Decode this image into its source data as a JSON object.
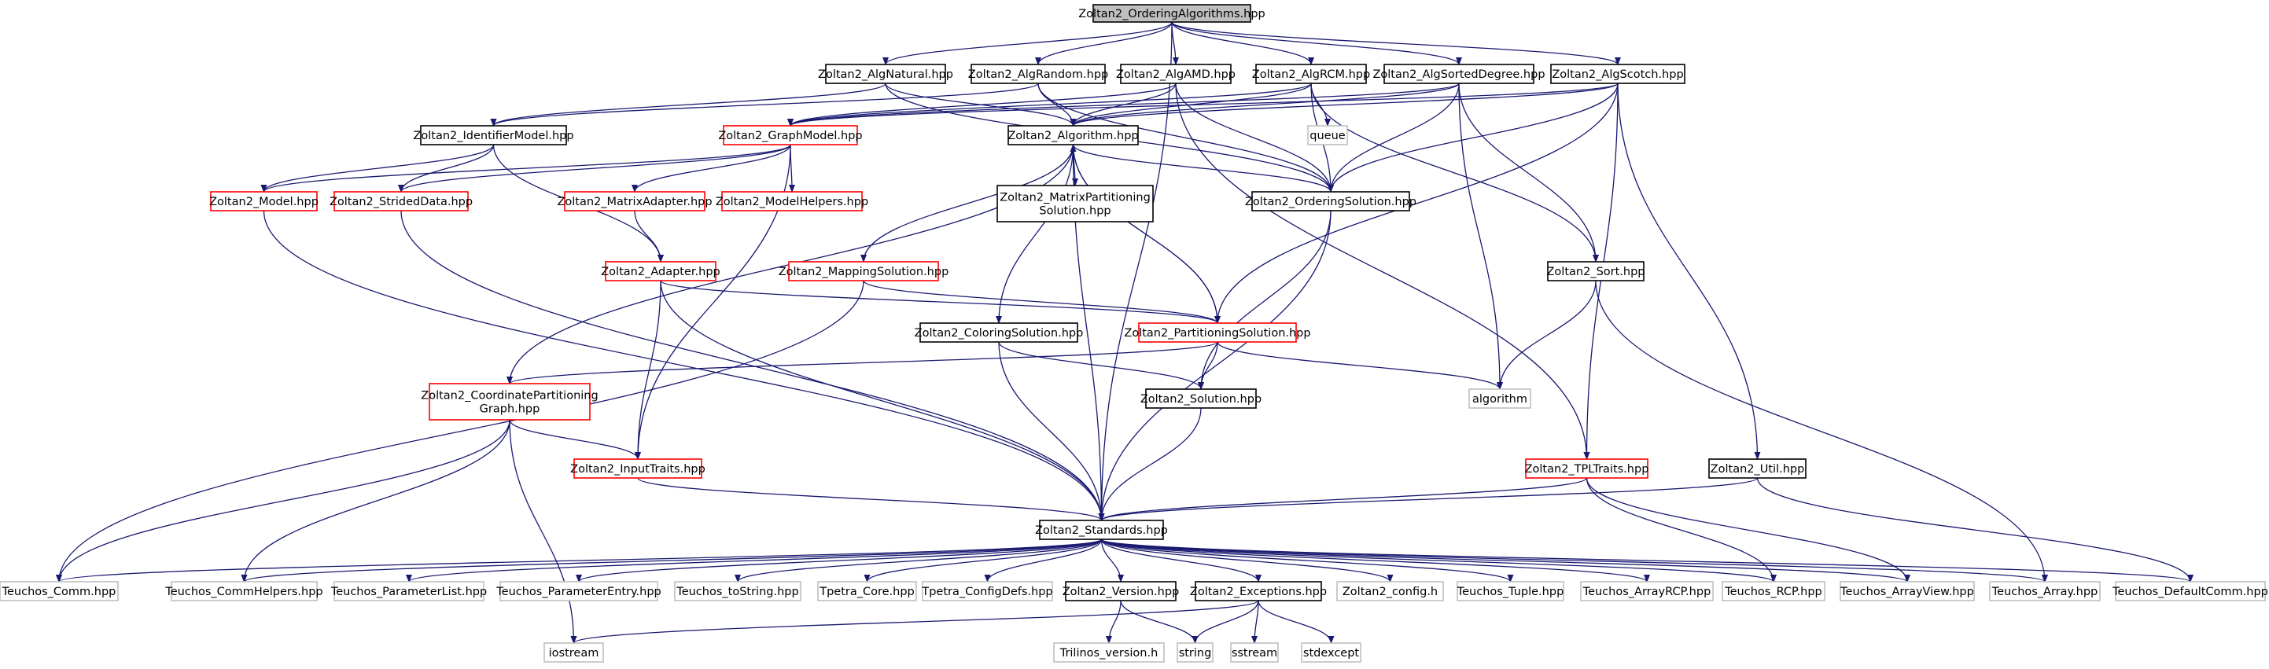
{
  "diagram": {
    "colors": {
      "edge": "#191970",
      "root_fill": "#bfbfbf",
      "black": "#000000",
      "red": "#ff0000",
      "gray": "#bfbfbf"
    },
    "nodes": [
      {
        "id": "root",
        "lines": [
          "Zoltan2_OrderingAlgorithms.hpp"
        ],
        "style": "root"
      },
      {
        "id": "algnatural",
        "lines": [
          "Zoltan2_AlgNatural.hpp"
        ],
        "style": "black"
      },
      {
        "id": "algrandom",
        "lines": [
          "Zoltan2_AlgRandom.hpp"
        ],
        "style": "black"
      },
      {
        "id": "algamd",
        "lines": [
          "Zoltan2_AlgAMD.hpp"
        ],
        "style": "black"
      },
      {
        "id": "algrcm",
        "lines": [
          "Zoltan2_AlgRCM.hpp"
        ],
        "style": "black"
      },
      {
        "id": "algsorteddegree",
        "lines": [
          "Zoltan2_AlgSortedDegree.hpp"
        ],
        "style": "black"
      },
      {
        "id": "algscotch",
        "lines": [
          "Zoltan2_AlgScotch.hpp"
        ],
        "style": "black"
      },
      {
        "id": "identifiermodel",
        "lines": [
          "Zoltan2_IdentifierModel.hpp"
        ],
        "style": "black"
      },
      {
        "id": "graphmodel",
        "lines": [
          "Zoltan2_GraphModel.hpp"
        ],
        "style": "red"
      },
      {
        "id": "algorithm",
        "lines": [
          "Zoltan2_Algorithm.hpp"
        ],
        "style": "black"
      },
      {
        "id": "queue",
        "lines": [
          "queue"
        ],
        "style": "gray"
      },
      {
        "id": "model",
        "lines": [
          "Zoltan2_Model.hpp"
        ],
        "style": "red"
      },
      {
        "id": "strideddata",
        "lines": [
          "Zoltan2_StridedData.hpp"
        ],
        "style": "red"
      },
      {
        "id": "matrixadapter",
        "lines": [
          "Zoltan2_MatrixAdapter.hpp"
        ],
        "style": "red"
      },
      {
        "id": "modelhelpers",
        "lines": [
          "Zoltan2_ModelHelpers.hpp"
        ],
        "style": "red"
      },
      {
        "id": "matrixpartsol",
        "lines": [
          "Zoltan2_MatrixPartitioning",
          "Solution.hpp"
        ],
        "style": "black"
      },
      {
        "id": "orderingsolution",
        "lines": [
          "Zoltan2_OrderingSolution.hpp"
        ],
        "style": "black"
      },
      {
        "id": "adapter",
        "lines": [
          "Zoltan2_Adapter.hpp"
        ],
        "style": "red"
      },
      {
        "id": "mappingsolution",
        "lines": [
          "Zoltan2_MappingSolution.hpp"
        ],
        "style": "red"
      },
      {
        "id": "sort",
        "lines": [
          "Zoltan2_Sort.hpp"
        ],
        "style": "black"
      },
      {
        "id": "coloringsolution",
        "lines": [
          "Zoltan2_ColoringSolution.hpp"
        ],
        "style": "black"
      },
      {
        "id": "partitioningsolution",
        "lines": [
          "Zoltan2_PartitioningSolution.hpp"
        ],
        "style": "red"
      },
      {
        "id": "coordpartgraph",
        "lines": [
          "Zoltan2_CoordinatePartitioning",
          "Graph.hpp"
        ],
        "style": "red"
      },
      {
        "id": "solution",
        "lines": [
          "Zoltan2_Solution.hpp"
        ],
        "style": "black"
      },
      {
        "id": "algorithmhdr",
        "lines": [
          "algorithm"
        ],
        "style": "gray"
      },
      {
        "id": "inputtraits",
        "lines": [
          "Zoltan2_InputTraits.hpp"
        ],
        "style": "red"
      },
      {
        "id": "tpltraits",
        "lines": [
          "Zoltan2_TPLTraits.hpp"
        ],
        "style": "red"
      },
      {
        "id": "util",
        "lines": [
          "Zoltan2_Util.hpp"
        ],
        "style": "black"
      },
      {
        "id": "standards",
        "lines": [
          "Zoltan2_Standards.hpp"
        ],
        "style": "black"
      },
      {
        "id": "teuchos_comm",
        "lines": [
          "Teuchos_Comm.hpp"
        ],
        "style": "gray"
      },
      {
        "id": "teuchos_commhelpers",
        "lines": [
          "Teuchos_CommHelpers.hpp"
        ],
        "style": "gray"
      },
      {
        "id": "teuchos_paramlist",
        "lines": [
          "Teuchos_ParameterList.hpp"
        ],
        "style": "gray"
      },
      {
        "id": "teuchos_paramentry",
        "lines": [
          "Teuchos_ParameterEntry.hpp"
        ],
        "style": "gray"
      },
      {
        "id": "teuchos_tostring",
        "lines": [
          "Teuchos_toString.hpp"
        ],
        "style": "gray"
      },
      {
        "id": "tpetra_core",
        "lines": [
          "Tpetra_Core.hpp"
        ],
        "style": "gray"
      },
      {
        "id": "tpetra_configdefs",
        "lines": [
          "Tpetra_ConfigDefs.hpp"
        ],
        "style": "gray"
      },
      {
        "id": "version",
        "lines": [
          "Zoltan2_Version.hpp"
        ],
        "style": "black"
      },
      {
        "id": "exceptions",
        "lines": [
          "Zoltan2_Exceptions.hpp"
        ],
        "style": "black"
      },
      {
        "id": "config",
        "lines": [
          "Zoltan2_config.h"
        ],
        "style": "gray"
      },
      {
        "id": "teuchos_tuple",
        "lines": [
          "Teuchos_Tuple.hpp"
        ],
        "style": "gray"
      },
      {
        "id": "teuchos_arrayrcp",
        "lines": [
          "Teuchos_ArrayRCP.hpp"
        ],
        "style": "gray"
      },
      {
        "id": "teuchos_rcp",
        "lines": [
          "Teuchos_RCP.hpp"
        ],
        "style": "gray"
      },
      {
        "id": "teuchos_arrayview",
        "lines": [
          "Teuchos_ArrayView.hpp"
        ],
        "style": "gray"
      },
      {
        "id": "teuchos_array",
        "lines": [
          "Teuchos_Array.hpp"
        ],
        "style": "gray"
      },
      {
        "id": "teuchos_defaultcomm",
        "lines": [
          "Teuchos_DefaultComm.hpp"
        ],
        "style": "gray"
      },
      {
        "id": "iostream",
        "lines": [
          "iostream"
        ],
        "style": "gray"
      },
      {
        "id": "trilinos_version",
        "lines": [
          "Trilinos_version.h"
        ],
        "style": "gray"
      },
      {
        "id": "string",
        "lines": [
          "string"
        ],
        "style": "gray"
      },
      {
        "id": "sstream",
        "lines": [
          "sstream"
        ],
        "style": "gray"
      },
      {
        "id": "stdexcept",
        "lines": [
          "stdexcept"
        ],
        "style": "gray"
      }
    ],
    "edges": [
      [
        "root",
        "algnatural"
      ],
      [
        "root",
        "algrandom"
      ],
      [
        "root",
        "algamd"
      ],
      [
        "root",
        "algrcm"
      ],
      [
        "root",
        "algsorteddegree"
      ],
      [
        "root",
        "algscotch"
      ],
      [
        "root",
        "standards"
      ],
      [
        "algnatural",
        "identifiermodel"
      ],
      [
        "algnatural",
        "algorithm"
      ],
      [
        "algnatural",
        "orderingsolution"
      ],
      [
        "algrandom",
        "identifiermodel"
      ],
      [
        "algrandom",
        "algorithm"
      ],
      [
        "algrandom",
        "orderingsolution"
      ],
      [
        "algamd",
        "graphmodel"
      ],
      [
        "algamd",
        "algorithm"
      ],
      [
        "algamd",
        "orderingsolution"
      ],
      [
        "algamd",
        "tpltraits"
      ],
      [
        "algrcm",
        "graphmodel"
      ],
      [
        "algrcm",
        "algorithm"
      ],
      [
        "algrcm",
        "queue"
      ],
      [
        "algrcm",
        "orderingsolution"
      ],
      [
        "algrcm",
        "sort"
      ],
      [
        "algsorteddegree",
        "graphmodel"
      ],
      [
        "algsorteddegree",
        "algorithm"
      ],
      [
        "algsorteddegree",
        "orderingsolution"
      ],
      [
        "algsorteddegree",
        "sort"
      ],
      [
        "algsorteddegree",
        "algorithmhdr"
      ],
      [
        "algscotch",
        "graphmodel"
      ],
      [
        "algscotch",
        "algorithm"
      ],
      [
        "algscotch",
        "orderingsolution"
      ],
      [
        "algscotch",
        "partitioningsolution"
      ],
      [
        "algscotch",
        "tpltraits"
      ],
      [
        "algscotch",
        "util"
      ],
      [
        "identifiermodel",
        "model"
      ],
      [
        "identifiermodel",
        "strideddata"
      ],
      [
        "identifiermodel",
        "adapter"
      ],
      [
        "graphmodel",
        "model"
      ],
      [
        "graphmodel",
        "strideddata"
      ],
      [
        "graphmodel",
        "matrixadapter"
      ],
      [
        "graphmodel",
        "modelhelpers"
      ],
      [
        "graphmodel",
        "inputtraits"
      ],
      [
        "algorithm",
        "matrixpartsol"
      ],
      [
        "algorithm",
        "orderingsolution"
      ],
      [
        "algorithm",
        "mappingsolution"
      ],
      [
        "algorithm",
        "coloringsolution"
      ],
      [
        "algorithm",
        "partitioningsolution"
      ],
      [
        "algorithm",
        "coordpartgraph"
      ],
      [
        "algorithm",
        "standards"
      ],
      [
        "partitioningsolution",
        "algorithm"
      ],
      [
        "model",
        "standards"
      ],
      [
        "strideddata",
        "standards"
      ],
      [
        "matrixadapter",
        "adapter"
      ],
      [
        "adapter",
        "inputtraits"
      ],
      [
        "adapter",
        "partitioningsolution"
      ],
      [
        "adapter",
        "standards"
      ],
      [
        "mappingsolution",
        "partitioningsolution"
      ],
      [
        "mappingsolution",
        "teuchos_comm"
      ],
      [
        "orderingsolution",
        "solution"
      ],
      [
        "orderingsolution",
        "standards"
      ],
      [
        "sort",
        "algorithmhdr"
      ],
      [
        "sort",
        "teuchos_array"
      ],
      [
        "coloringsolution",
        "solution"
      ],
      [
        "coloringsolution",
        "standards"
      ],
      [
        "partitioningsolution",
        "solution"
      ],
      [
        "partitioningsolution",
        "coordpartgraph"
      ],
      [
        "partitioningsolution",
        "algorithmhdr"
      ],
      [
        "coordpartgraph",
        "inputtraits"
      ],
      [
        "coordpartgraph",
        "teuchos_comm"
      ],
      [
        "coordpartgraph",
        "teuchos_commhelpers"
      ],
      [
        "coordpartgraph",
        "iostream"
      ],
      [
        "solution",
        "standards"
      ],
      [
        "inputtraits",
        "standards"
      ],
      [
        "tpltraits",
        "standards"
      ],
      [
        "tpltraits",
        "teuchos_rcp"
      ],
      [
        "tpltraits",
        "teuchos_arrayview"
      ],
      [
        "util",
        "standards"
      ],
      [
        "util",
        "teuchos_defaultcomm"
      ],
      [
        "standards",
        "teuchos_comm"
      ],
      [
        "standards",
        "teuchos_commhelpers"
      ],
      [
        "standards",
        "teuchos_paramlist"
      ],
      [
        "standards",
        "teuchos_paramentry"
      ],
      [
        "standards",
        "teuchos_tostring"
      ],
      [
        "standards",
        "tpetra_core"
      ],
      [
        "standards",
        "tpetra_configdefs"
      ],
      [
        "standards",
        "version"
      ],
      [
        "standards",
        "exceptions"
      ],
      [
        "standards",
        "config"
      ],
      [
        "standards",
        "teuchos_tuple"
      ],
      [
        "standards",
        "teuchos_arrayrcp"
      ],
      [
        "standards",
        "teuchos_rcp"
      ],
      [
        "standards",
        "teuchos_arrayview"
      ],
      [
        "standards",
        "teuchos_array"
      ],
      [
        "standards",
        "teuchos_defaultcomm"
      ],
      [
        "version",
        "trilinos_version"
      ],
      [
        "version",
        "string"
      ],
      [
        "exceptions",
        "iostream"
      ],
      [
        "exceptions",
        "string"
      ],
      [
        "exceptions",
        "sstream"
      ],
      [
        "exceptions",
        "stdexcept"
      ]
    ]
  }
}
